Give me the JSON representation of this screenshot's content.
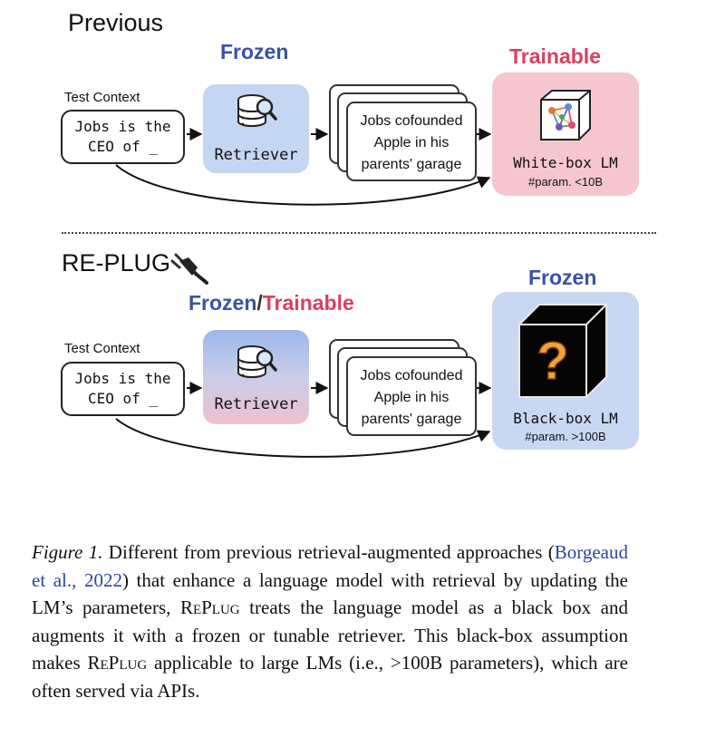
{
  "top": {
    "section_title": "Previous",
    "retriever_status": "Frozen",
    "lm_status": "Trainable",
    "context_label": "Test Context",
    "query_line1": "Jobs is the",
    "query_line2": "CEO of _",
    "retriever_label": "Retriever",
    "doc_line1": "Jobs cofounded",
    "doc_line2": "Apple in his",
    "doc_line3": "parents' garage",
    "lm_name": "White-box LM",
    "lm_param": "#param. <10B"
  },
  "bottom": {
    "section_title": "RE-PLUG",
    "retriever_status_frozen": "Frozen",
    "retriever_status_slash": "/",
    "retriever_status_trainable": "Trainable",
    "lm_status": "Frozen",
    "context_label": "Test Context",
    "query_line1": "Jobs is the",
    "query_line2": "CEO of _",
    "retriever_label": "Retriever",
    "doc_line1": "Jobs cofounded",
    "doc_line2": "Apple in his",
    "doc_line3": "parents' garage",
    "lm_name": "Black-box LM",
    "lm_param": "#param. >100B",
    "question_mark": "?"
  },
  "icons": {
    "plug": "plug-icon",
    "database": "database-search-icon",
    "white_box": "transparent-cube-network-icon",
    "black_box": "black-cube-question-icon"
  },
  "colors": {
    "frozen": "#3a52a6",
    "trainable": "#d9405f",
    "retriever_fill": "#c5d6f3",
    "white_lm_fill": "#f6c6cf",
    "black_lm_fill": "#c8d8f3",
    "caption_link": "#2b45a0"
  },
  "caption": {
    "fig_label": "Figure 1.",
    "text1": " Different from previous retrieval-augmented approaches (",
    "cite": "Borgeaud et al., 2022",
    "text2": ") that enhance a language model with retrieval by updating the LM’s parameters, ",
    "replug1": "RePlug",
    "text3": " treats the language model as a black box and augments it with a frozen or tunable retriever. This black-box assumption makes ",
    "replug2": "RePlug",
    "text4": " applicable to large LMs (i.e., >100B parameters), which are often served via APIs."
  }
}
